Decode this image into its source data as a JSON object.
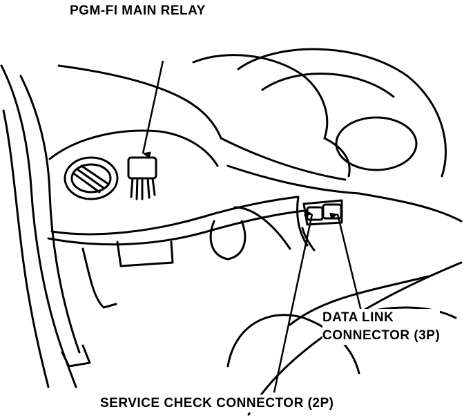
{
  "labels": {
    "main_relay": "PGM-FI MAIN RELAY",
    "data_link_line1": "DATA LINK",
    "data_link_line2": "CONNECTOR (3P)",
    "service_check": "SERVICE CHECK CONNECTOR (2P)"
  }
}
